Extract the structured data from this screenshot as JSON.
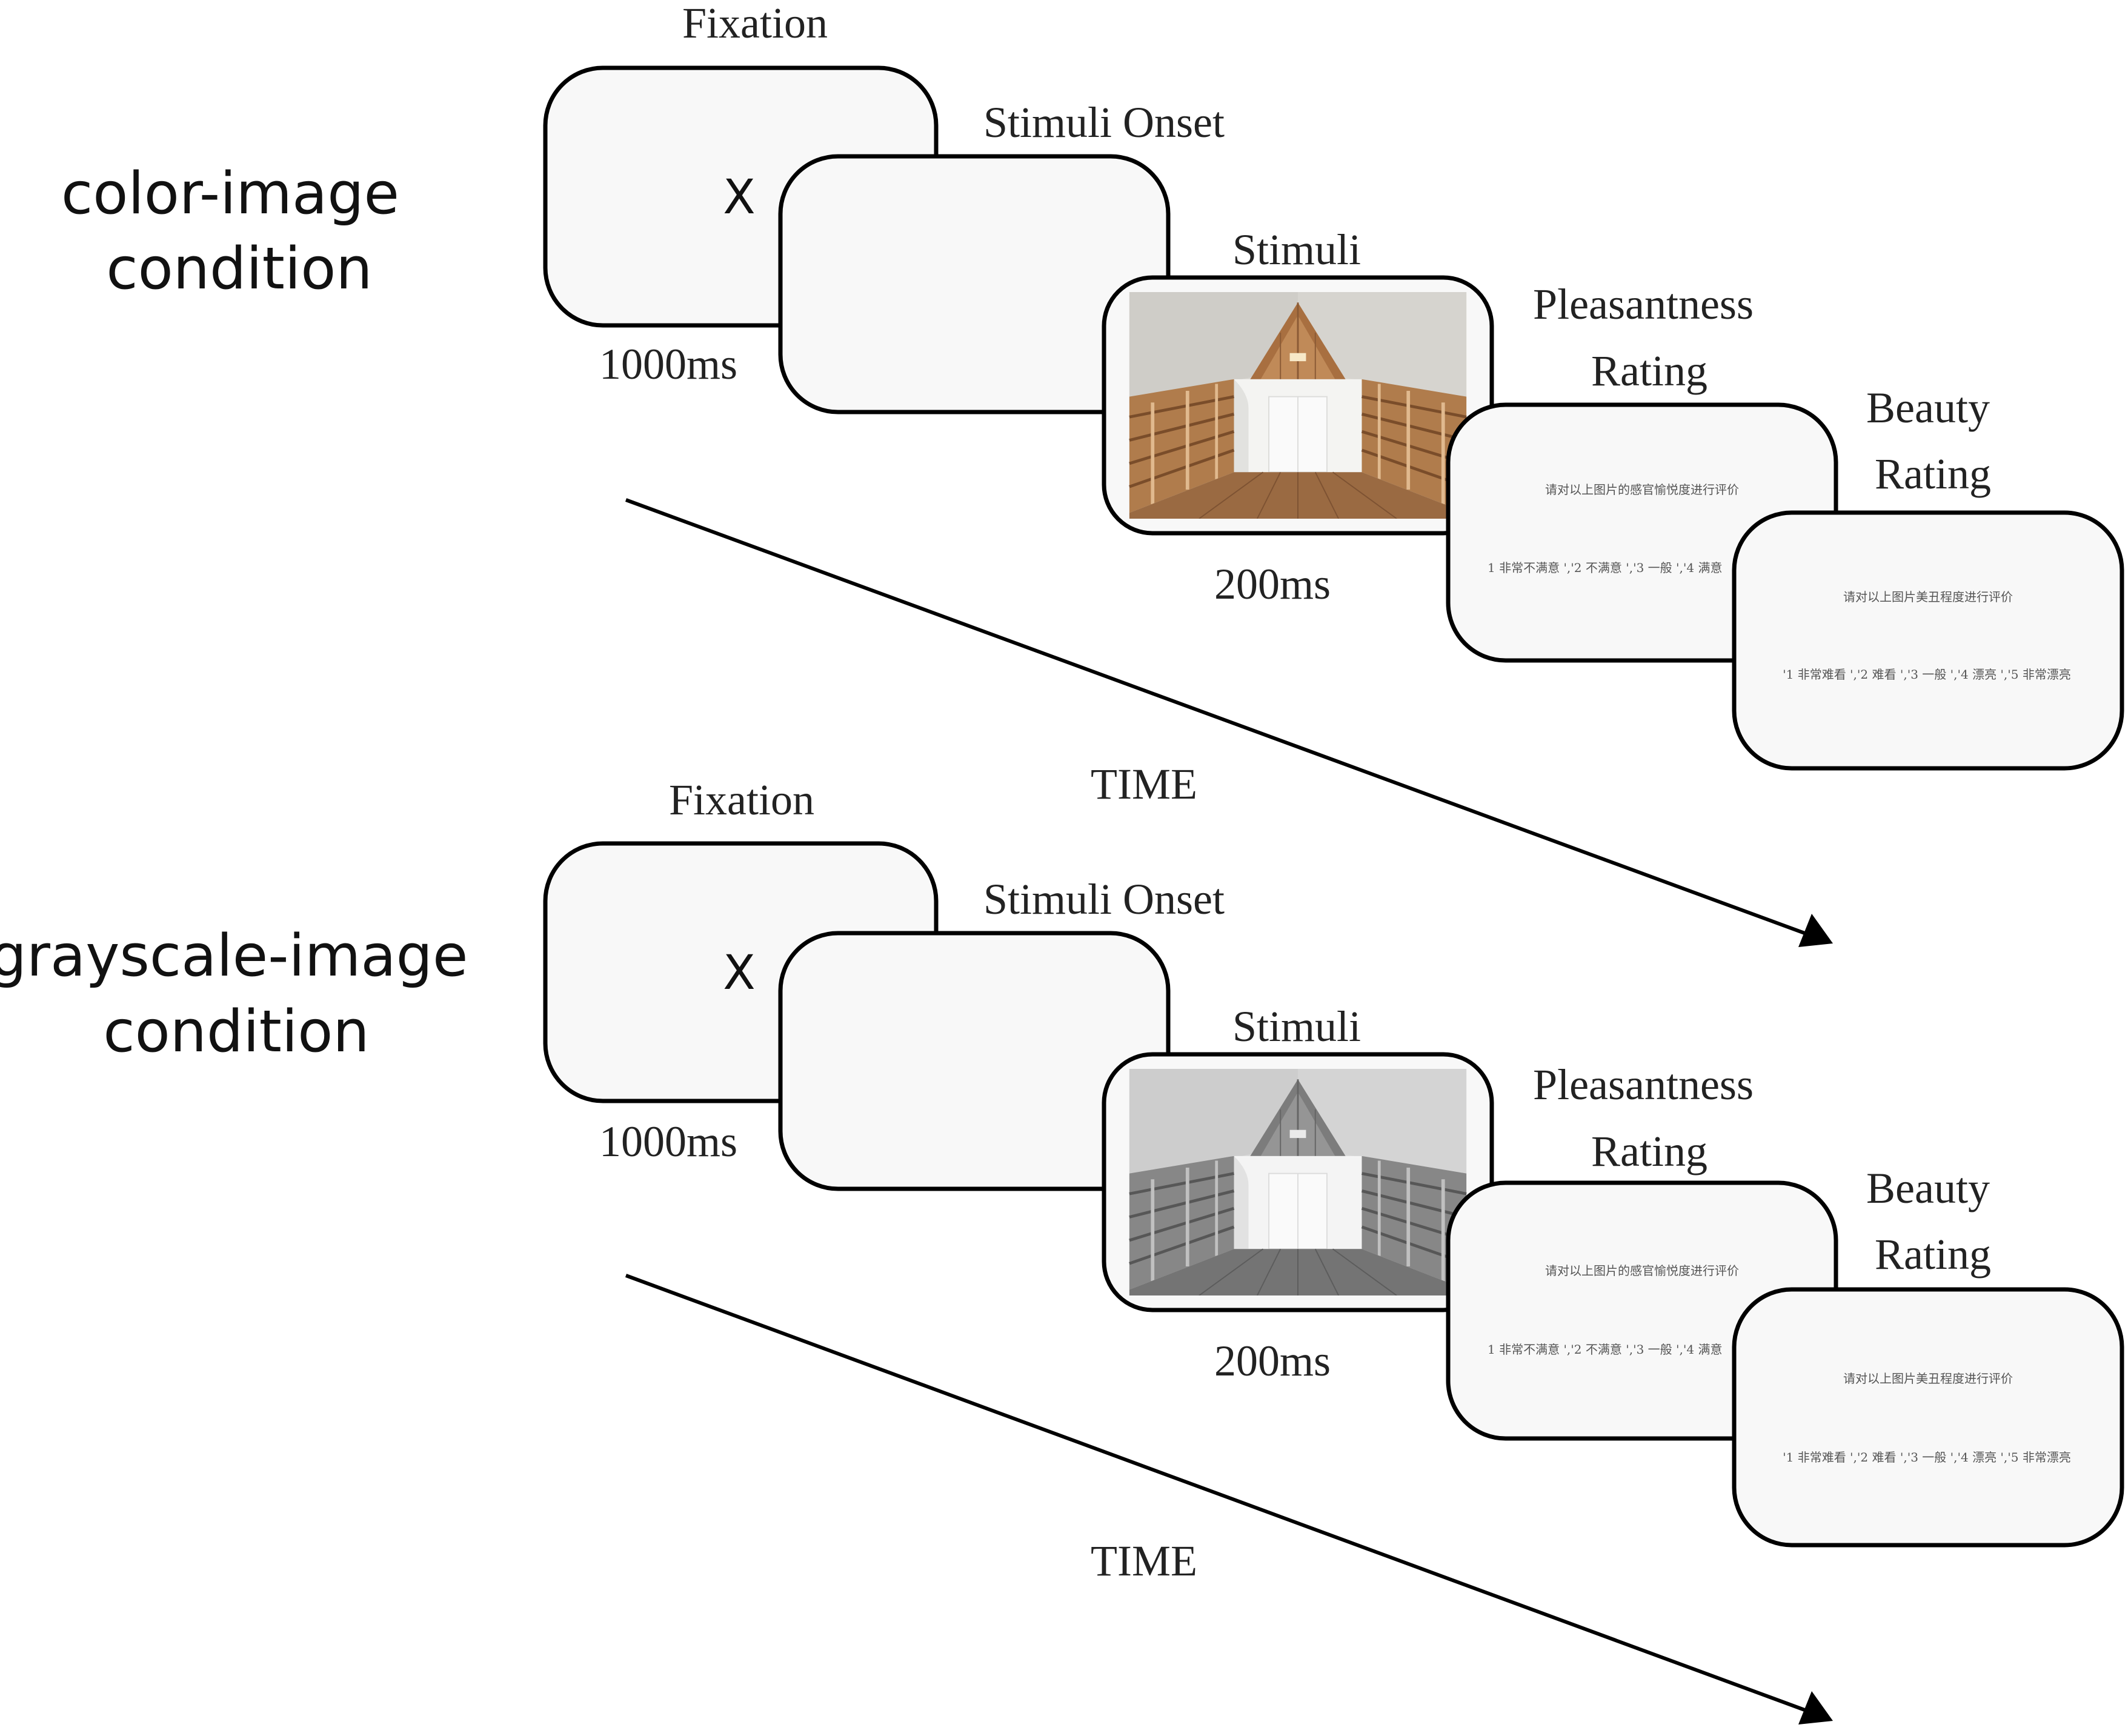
{
  "conditions": [
    {
      "label_line1": "color-image",
      "label_line2": "condition",
      "image_mode": "color",
      "fixation_title": "Fixation",
      "fixation_symbol": "X",
      "fixation_duration": "1000ms",
      "onset_title": "Stimuli Onset",
      "stimuli_title": "Stimuli",
      "stimuli_duration": "200ms",
      "pleasantness_title_line1": "Pleasantness",
      "pleasantness_title_line2": "Rating",
      "pleasantness_prompt": "请对以上图片的感官愉悦度进行评价",
      "pleasantness_scale": "1 非常不满意 ','2 不满意 ','3 一般 ','4 满意",
      "beauty_title_line1": "Beauty",
      "beauty_title_line2": "Rating",
      "beauty_prompt": "请对以上图片美丑程度进行评价",
      "beauty_scale": "'1 非常难看 ','2 难看 ','3 一般 ','4 漂亮 ','5 非常漂亮",
      "time_label": "TIME"
    },
    {
      "label_line1": "grayscale-image",
      "label_line2": "condition",
      "image_mode": "grayscale",
      "fixation_title": "Fixation",
      "fixation_symbol": "X",
      "fixation_duration": "1000ms",
      "onset_title": "Stimuli Onset",
      "stimuli_title": "Stimuli",
      "stimuli_duration": "200ms",
      "pleasantness_title_line1": "Pleasantness",
      "pleasantness_title_line2": "Rating",
      "pleasantness_prompt": "请对以上图片的感官愉悦度进行评价",
      "pleasantness_scale": "1 非常不满意 ','2 不满意 ','3 一般 ','4 满意",
      "beauty_title_line1": "Beauty",
      "beauty_title_line2": "Rating",
      "beauty_prompt": "请对以上图片美丑程度进行评价",
      "beauty_scale": "'1 非常难看 ','2 难看 ','3 一般 ','4 漂亮 ','5 非常漂亮",
      "time_label": "TIME"
    }
  ],
  "colors": {
    "screen_fill": "#f8f8f8",
    "outline": "#000000",
    "wood": "#b98556",
    "wood_dark": "#8a5a35",
    "ceiling": "#d8d6d1",
    "wall_white": "#f4f4f2"
  }
}
